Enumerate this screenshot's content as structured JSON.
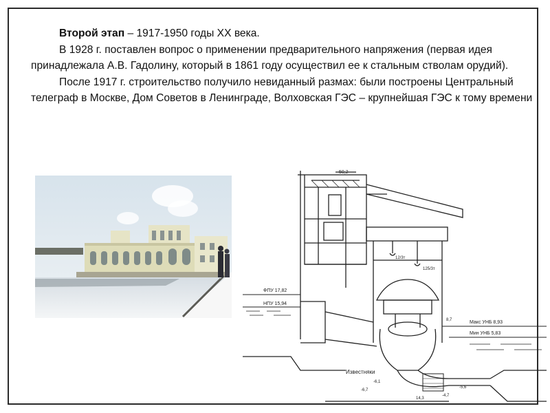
{
  "text": {
    "p1_lead": "Второй этап",
    "p1_rest": " – 1917-1950 годы XX века.",
    "p2": "В 1928 г. поставлен вопрос о применении предварительного напряжения (первая идея принадлежала А.В. Гадолину, который в 1861 году осуществил ее к стальным стволам орудий).",
    "p3": "После 1917 г. строительство получило невиданный размах: были построены Центральный телеграф в Москве, Дом Советов в Ленинграде, Волховская ГЭС – крупнейшая ГЭС к тому времени"
  },
  "drawing": {
    "labels": {
      "top_mark": "50,2",
      "fpu": "ФПУ 17,82",
      "npu": "НПУ 15,94",
      "max_unb": "Макс УНБ 8,93",
      "min_unb": "Мин УНБ 5,83",
      "crane1": "12/3т",
      "crane2": "125/3т",
      "mark_8_7": "8,7",
      "limestone": "Известняки",
      "mark_a": "-6,1",
      "mark_b": "-6,7",
      "mark_c": "-5,6",
      "mark_d": "-4,7",
      "mark_e": "14,3"
    }
  }
}
